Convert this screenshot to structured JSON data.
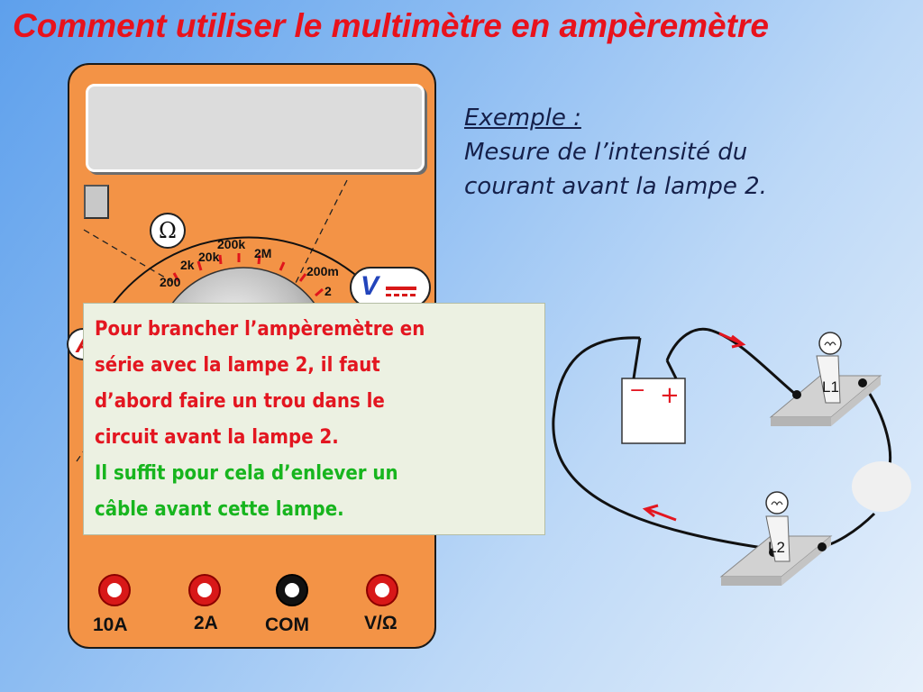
{
  "title": "Comment utiliser le multimètre en ampèremètre",
  "example": {
    "heading": "Exemple :",
    "line1": "Mesure  de l’intensité du",
    "line2": "courant avant la lampe 2."
  },
  "multimeter": {
    "ohm_icon": "Ω",
    "voltage_icon": "V",
    "ampere_icon": "A",
    "dial_labels": [
      "200",
      "2k",
      "20k",
      "200k",
      "2M",
      "200m",
      "2"
    ],
    "jacks": [
      {
        "label": "10A",
        "color": "red"
      },
      {
        "label": "2A",
        "color": "red"
      },
      {
        "label": "COM",
        "color": "black"
      },
      {
        "label": "V/Ω",
        "color": "red"
      }
    ]
  },
  "popup": {
    "lines_red": [
      "Pour brancher l’ampèremètre en",
      "série avec la lampe 2, il faut",
      "d’abord faire un trou dans le",
      "circuit avant la lampe 2."
    ],
    "lines_green": [
      "Il suffit pour cela d’enlever un",
      "câble avant cette lampe."
    ]
  },
  "circuit": {
    "battery_minus": "−",
    "battery_plus": "+",
    "lamp1_label": "L1",
    "lamp2_label": "L2"
  },
  "colors": {
    "title": "#e8121c",
    "meter_body": "#f39346",
    "popup_red": "#e31620",
    "popup_green": "#17b51e",
    "current_arrow": "#e31620"
  }
}
